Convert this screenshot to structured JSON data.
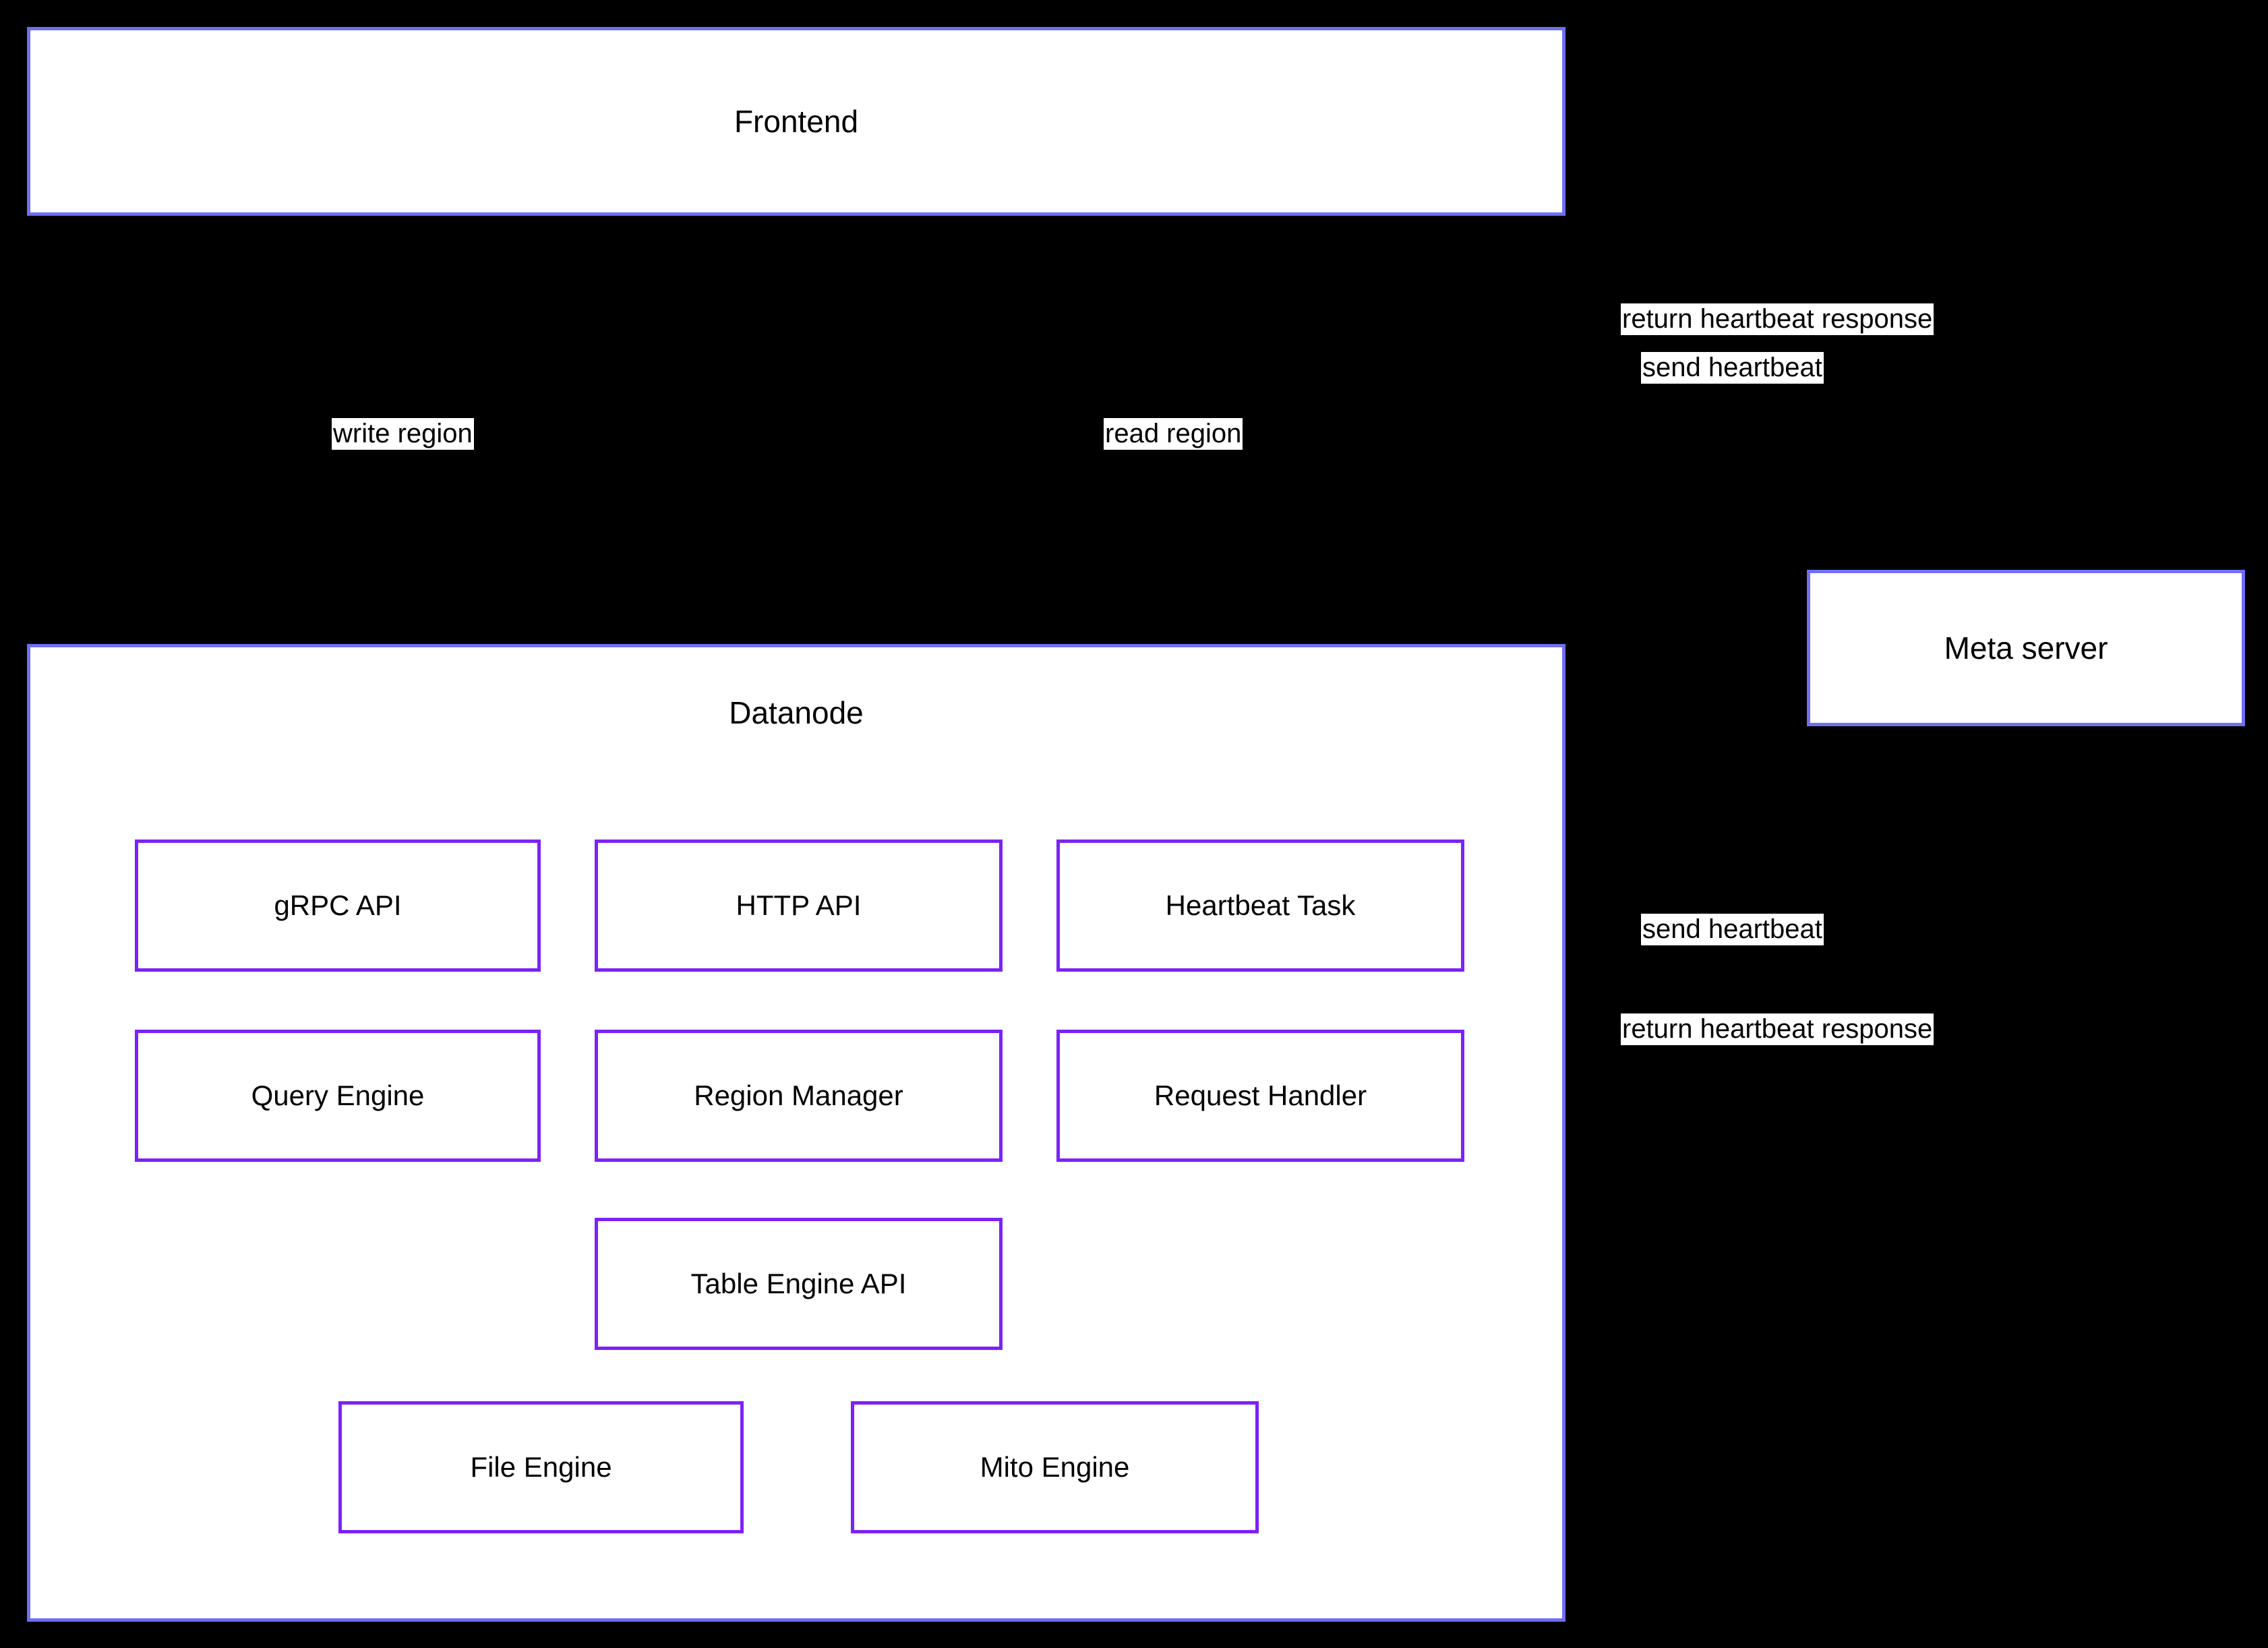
{
  "diagram": {
    "background_color": "#000000",
    "node_fill": "#ffffff",
    "outer_border_color": "#6f6ff5",
    "inner_border_color": "#7c22f5",
    "text_color": "#000000",
    "edge_color": "#000000"
  },
  "nodes": {
    "frontend": {
      "label": "Frontend"
    },
    "meta_server": {
      "label": "Meta server"
    },
    "datanode": {
      "label": "Datanode"
    }
  },
  "datanode_components": [
    {
      "label": "gRPC API"
    },
    {
      "label": "HTTP API"
    },
    {
      "label": "Heartbeat Task"
    },
    {
      "label": "Query Engine"
    },
    {
      "label": "Region Manager"
    },
    {
      "label": "Request Handler"
    },
    {
      "label": "Table Engine API"
    },
    {
      "label": "File Engine"
    },
    {
      "label": "Mito Engine"
    }
  ],
  "edge_labels": {
    "write_region": "write region",
    "read_region": "read region",
    "frontend_return_heartbeat_response": "return heartbeat response",
    "frontend_send_heartbeat": "send heartbeat",
    "datanode_send_heartbeat": "send heartbeat",
    "datanode_return_heartbeat_response": "return heartbeat response"
  }
}
